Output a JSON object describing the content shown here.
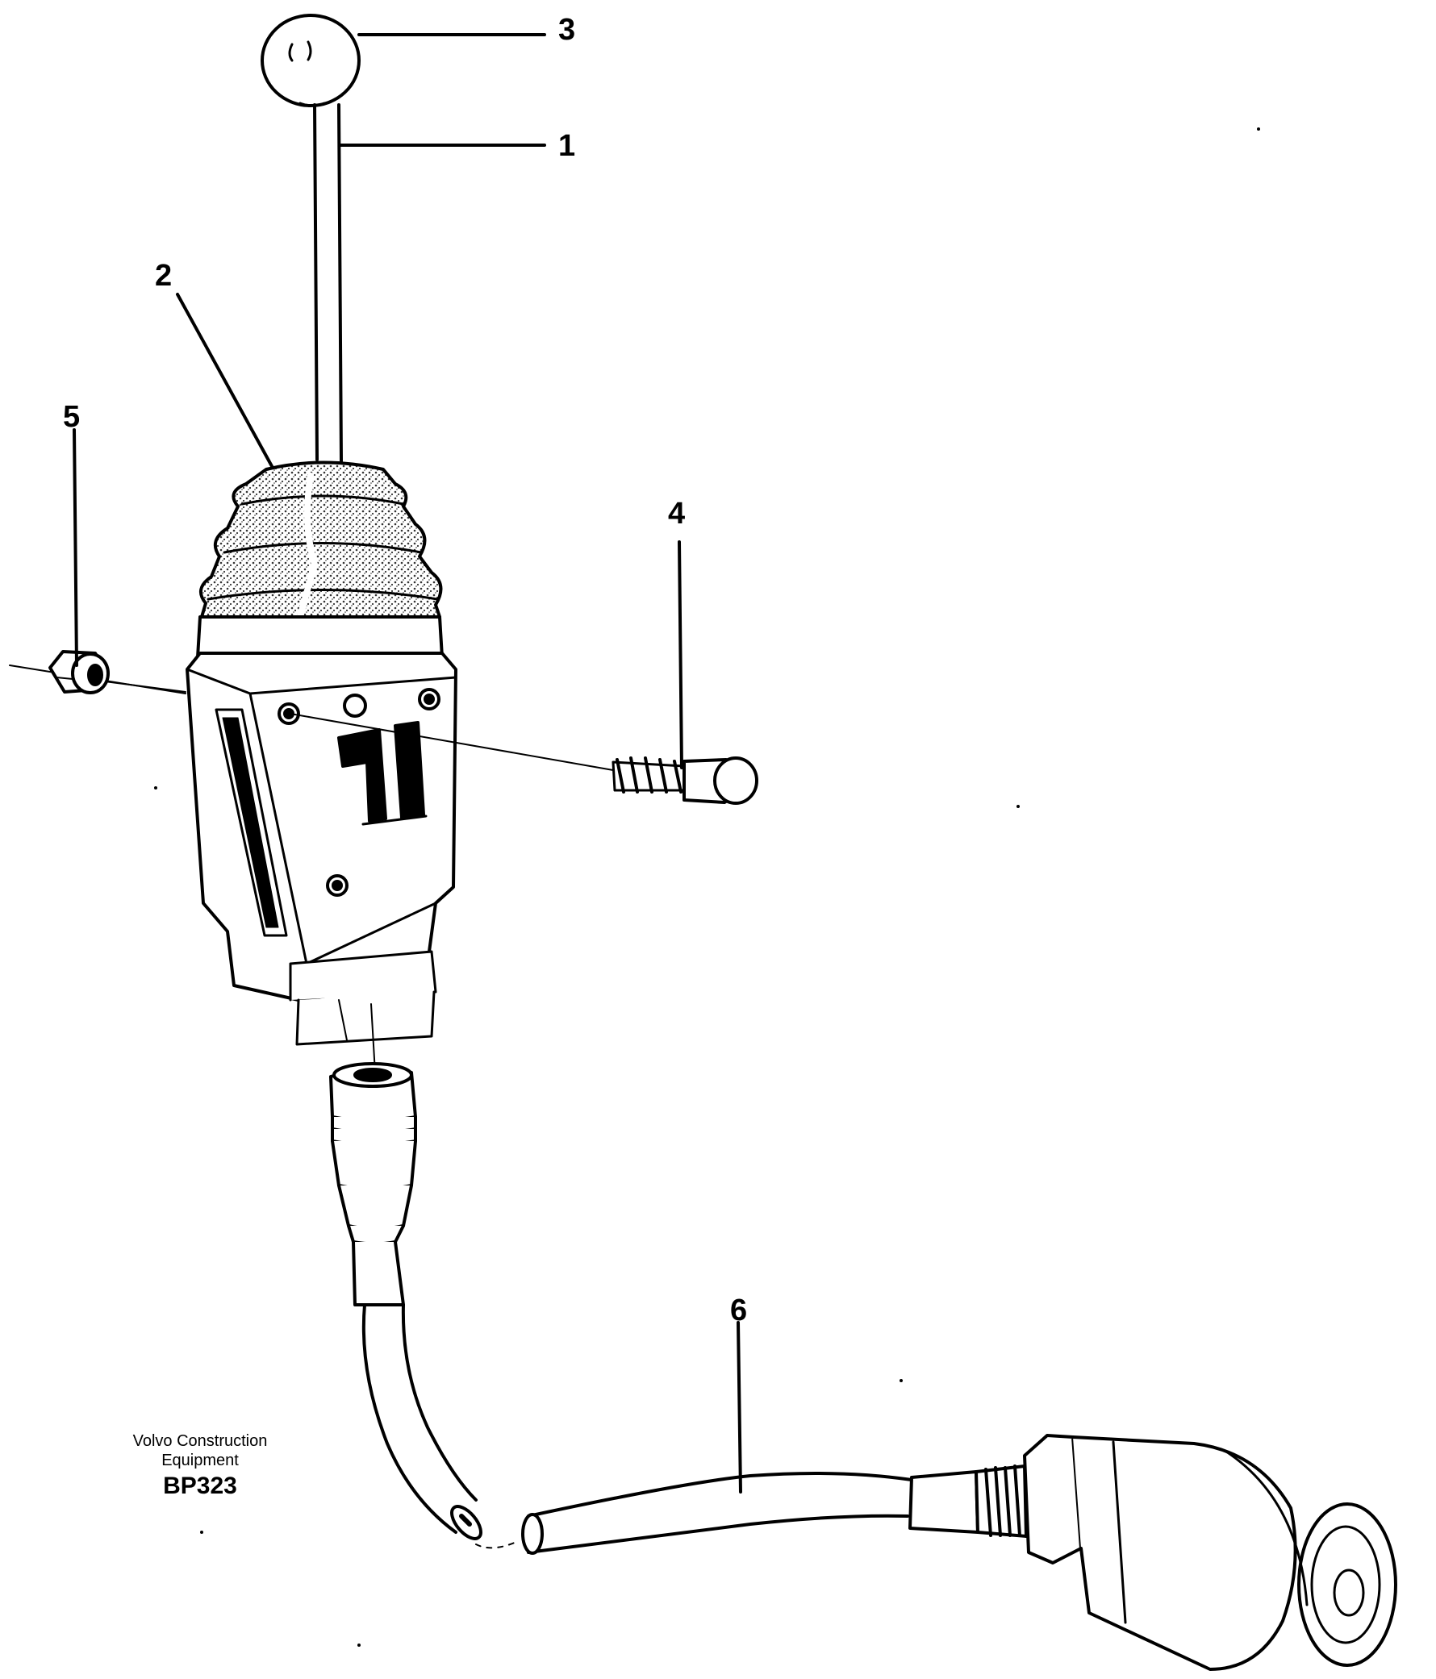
{
  "callouts": [
    "1",
    "2",
    "3",
    "4",
    "5",
    "6"
  ],
  "caption": {
    "line1": "Volvo Construction",
    "line2": "Equipment",
    "code": "BP323"
  },
  "colors": {
    "ink": "#000000",
    "paper": "#ffffff",
    "boot_shading": "#555555"
  }
}
